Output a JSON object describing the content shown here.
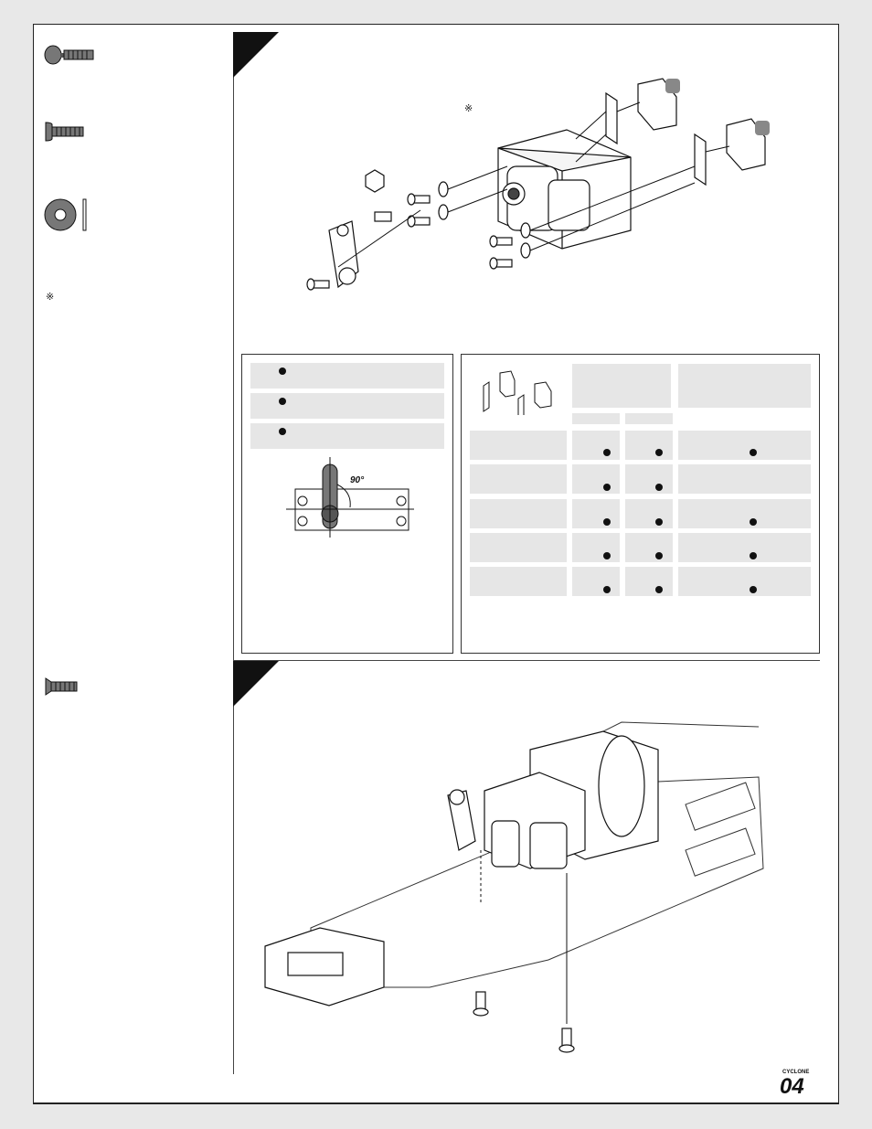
{
  "page": {
    "notes": {
      "reference_mark_left": "※",
      "reference_mark_top": "※",
      "servo_angle": "90°"
    },
    "parts": {
      "ball_stud": "ball-stud",
      "button_head_screw": "button-head-screw",
      "washer": "washer",
      "flat_head_screw": "flat-head-screw"
    },
    "step_badges": [
      "",
      ""
    ],
    "logo_text": "04",
    "logo_top_text": "CYCLONE"
  },
  "table_right": {
    "rows": [
      {
        "a": true,
        "b": true,
        "c": true
      },
      {
        "a": true,
        "b": true,
        "c": false
      },
      {
        "a": true,
        "b": true,
        "c": true
      },
      {
        "a": true,
        "b": true,
        "c": true
      },
      {
        "a": true,
        "b": true,
        "c": true
      }
    ]
  },
  "colors": {
    "grey": "#e6e6e6",
    "ink": "#111111"
  }
}
